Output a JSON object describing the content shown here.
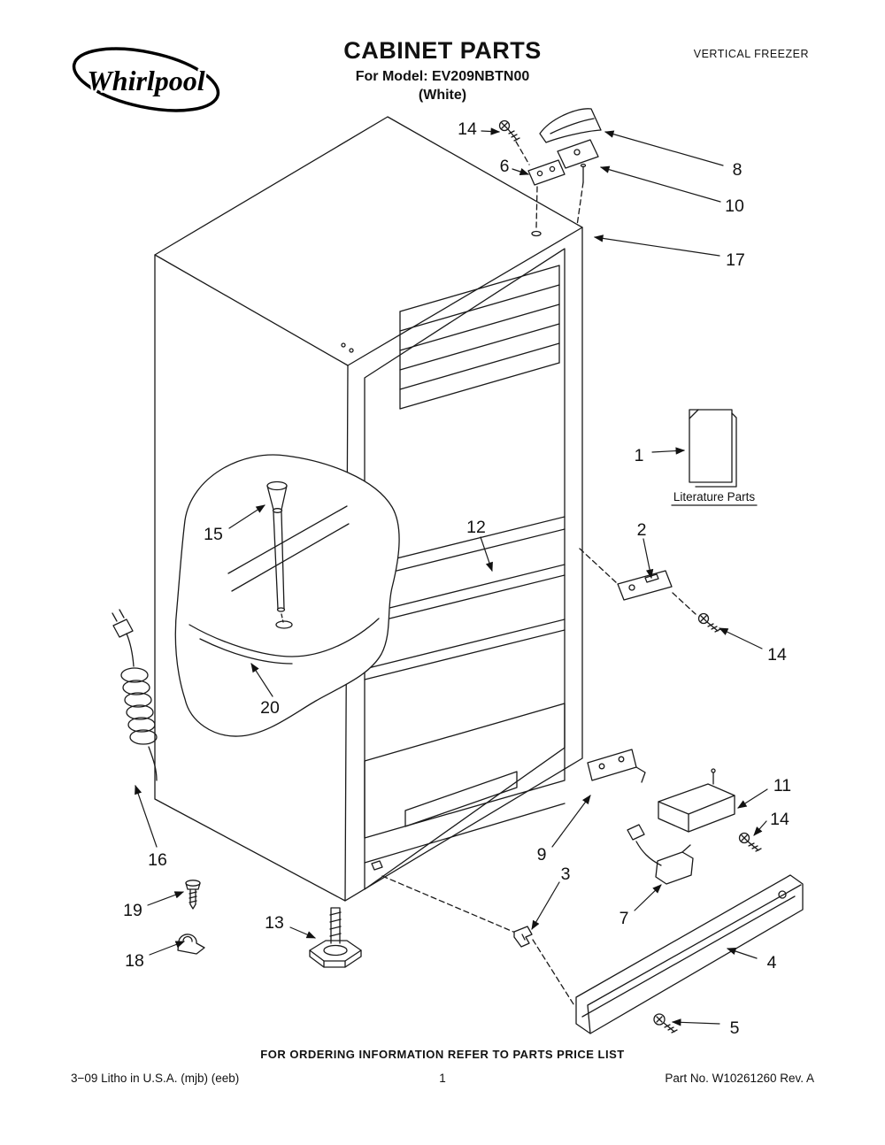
{
  "header": {
    "brand": "Whirlpool",
    "title": "CABINET PARTS",
    "model_line": "For Model: EV209NBTN00",
    "color_line": "(White)",
    "category": "VERTICAL FREEZER"
  },
  "diagram": {
    "literature_label": "Literature Parts",
    "callouts": [
      {
        "id": "14-top-screw",
        "label": "14"
      },
      {
        "id": "6-plate",
        "label": "6"
      },
      {
        "id": "8-hinge-cover",
        "label": "8"
      },
      {
        "id": "10-hinge",
        "label": "10"
      },
      {
        "id": "17-cabinet-top",
        "label": "17"
      },
      {
        "id": "1-literature",
        "label": "1"
      },
      {
        "id": "2-bracket",
        "label": "2"
      },
      {
        "id": "15-drain-tube",
        "label": "15"
      },
      {
        "id": "12-shelf",
        "label": "12"
      },
      {
        "id": "14-right-screw",
        "label": "14"
      },
      {
        "id": "20-liner",
        "label": "20"
      },
      {
        "id": "11-bracket",
        "label": "11"
      },
      {
        "id": "14-lower-screw",
        "label": "14"
      },
      {
        "id": "9-bracket",
        "label": "9"
      },
      {
        "id": "16-power-cord",
        "label": "16"
      },
      {
        "id": "3-clip",
        "label": "3"
      },
      {
        "id": "7-thermostat",
        "label": "7"
      },
      {
        "id": "19-screw",
        "label": "19"
      },
      {
        "id": "13-leveling-leg",
        "label": "13"
      },
      {
        "id": "18-clamp",
        "label": "18"
      },
      {
        "id": "4-grille",
        "label": "4"
      },
      {
        "id": "5-screw",
        "label": "5"
      }
    ]
  },
  "footer": {
    "ordering_note": "FOR ORDERING INFORMATION REFER TO PARTS PRICE LIST",
    "litho_line": "3−09 Litho in U.S.A. (mjb) (eeb)",
    "page_number": "1",
    "part_number_line": "Part No. W10261260 Rev. A"
  }
}
